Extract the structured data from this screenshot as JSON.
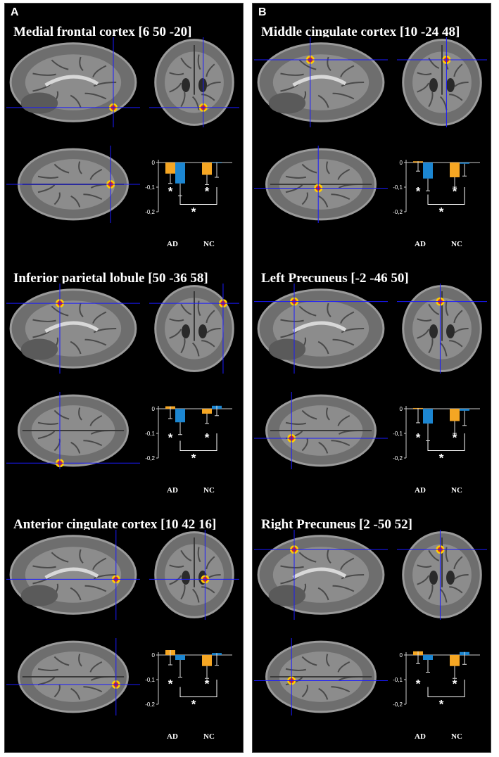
{
  "panels": [
    {
      "letter": "A",
      "regions": [
        {
          "title": "Medial frontal cortex  [6 50 -20]",
          "views": [
            "sagittal",
            "coronal",
            "axial"
          ],
          "chart_data": {
            "type": "bar",
            "categories": [
              "AD",
              "NC"
            ],
            "series_colors": [
              "#f5a623",
              "#1c86d1"
            ],
            "values": [
              [
                -0.045,
                -0.085
              ],
              [
                -0.05,
                0.0
              ]
            ],
            "errors": [
              [
                0.04,
                0.05
              ],
              [
                0.04,
                0.06
              ]
            ],
            "ylim": [
              -0.2,
              0
            ],
            "yticks": [
              "0",
              "-0,1",
              "-0,2"
            ],
            "annotation": "*"
          }
        },
        {
          "title": "Inferior parietal lobule  [50 -36 58]",
          "views": [
            "sagittal",
            "coronal",
            "axial"
          ],
          "chart_data": {
            "type": "bar",
            "categories": [
              "AD",
              "NC"
            ],
            "series_colors": [
              "#f5a623",
              "#1c86d1"
            ],
            "values": [
              [
                0.01,
                -0.055
              ],
              [
                -0.02,
                0.012
              ]
            ],
            "errors": [
              [
                0.05,
                0.05
              ],
              [
                0.04,
                0.04
              ]
            ],
            "ylim": [
              -0.2,
              0
            ],
            "yticks": [
              "0",
              "-0,1",
              "-0,2"
            ],
            "annotation": "*"
          }
        },
        {
          "title": "Anterior cingulate cortex [10 42 16]",
          "views": [
            "sagittal",
            "coronal",
            "axial"
          ],
          "chart_data": {
            "type": "bar",
            "categories": [
              "AD",
              "NC"
            ],
            "series_colors": [
              "#f5a623",
              "#1c86d1"
            ],
            "values": [
              [
                0.02,
                -0.02
              ],
              [
                -0.045,
                0.008
              ]
            ],
            "errors": [
              [
                0.06,
                0.07
              ],
              [
                0.05,
                0.05
              ]
            ],
            "ylim": [
              -0.2,
              0
            ],
            "yticks": [
              "0",
              "-0,1",
              "-0,2"
            ],
            "annotation": "*"
          }
        }
      ]
    },
    {
      "letter": "B",
      "regions": [
        {
          "title": "Middle cingulate cortex  [10 -24 48]",
          "views": [
            "sagittal",
            "coronal",
            "axial"
          ],
          "chart_data": {
            "type": "bar",
            "categories": [
              "AD",
              "NC"
            ],
            "series_colors": [
              "#f5a623",
              "#1c86d1"
            ],
            "values": [
              [
                0.005,
                -0.065
              ],
              [
                -0.06,
                -0.005
              ]
            ],
            "errors": [
              [
                0.04,
                0.05
              ],
              [
                0.04,
                0.05
              ]
            ],
            "ylim": [
              -0.2,
              0
            ],
            "yticks": [
              "0",
              "-0,1",
              "-0,2"
            ],
            "annotation": "*"
          }
        },
        {
          "title": "Left Precuneus  [-2 -46 50]",
          "views": [
            "sagittal",
            "coronal",
            "axial"
          ],
          "chart_data": {
            "type": "bar",
            "categories": [
              "AD",
              "NC"
            ],
            "series_colors": [
              "#f5a623",
              "#1c86d1"
            ],
            "values": [
              [
                0.003,
                -0.06
              ],
              [
                -0.05,
                -0.008
              ]
            ],
            "errors": [
              [
                0.06,
                0.07
              ],
              [
                0.05,
                0.06
              ]
            ],
            "ylim": [
              -0.2,
              0
            ],
            "yticks": [
              "0",
              "-0,1",
              "-0,2"
            ],
            "annotation": "*"
          }
        },
        {
          "title": "Right Precuneus  [2 -50 52]",
          "views": [
            "sagittal",
            "coronal",
            "axial"
          ],
          "chart_data": {
            "type": "bar",
            "categories": [
              "AD",
              "NC"
            ],
            "series_colors": [
              "#f5a623",
              "#1c86d1"
            ],
            "values": [
              [
                0.015,
                -0.02
              ],
              [
                -0.045,
                0.012
              ]
            ],
            "errors": [
              [
                0.05,
                0.05
              ],
              [
                0.05,
                0.05
              ]
            ],
            "ylim": [
              -0.2,
              0
            ],
            "yticks": [
              "0",
              "-0,1",
              "-0,2"
            ],
            "annotation": "*"
          }
        }
      ]
    }
  ]
}
